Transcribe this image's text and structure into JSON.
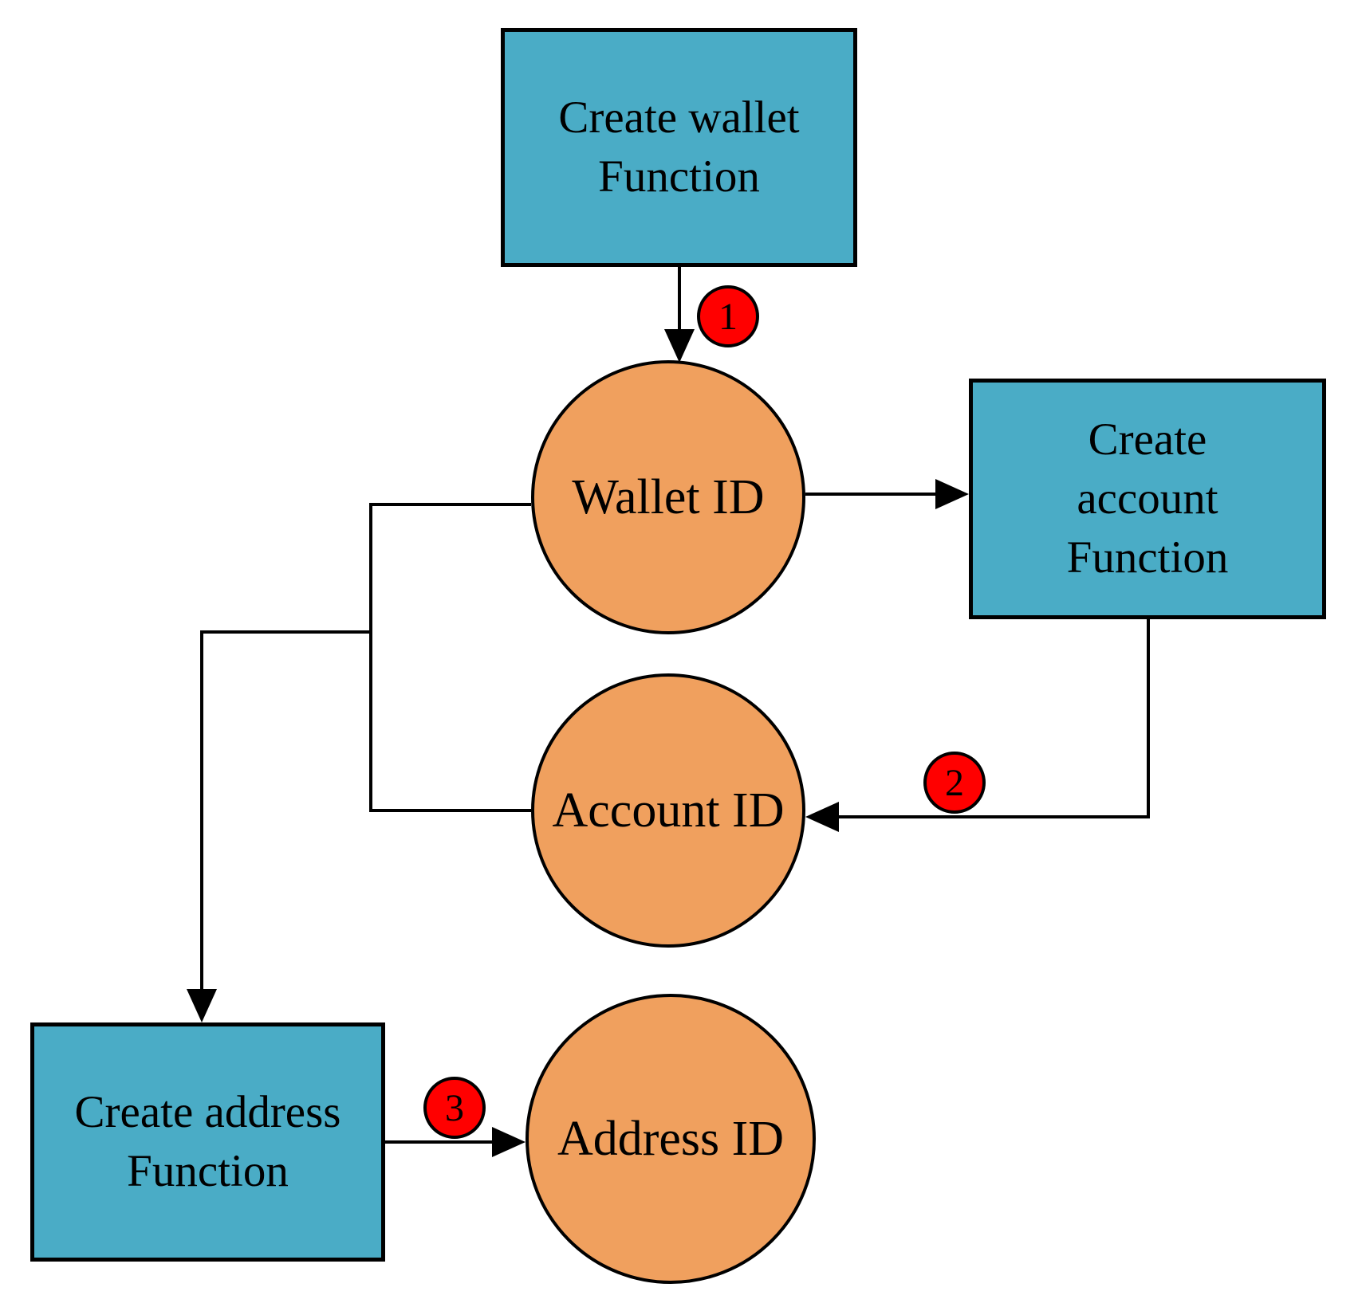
{
  "colors": {
    "box_fill": "#4AACC6",
    "circle_fill": "#F0A05E",
    "badge_fill": "#FF0000",
    "line_color": "#000000",
    "text_color": "#000000",
    "background": "#FFFFFF"
  },
  "nodes": {
    "create_wallet_box": {
      "lines": [
        "Create wallet",
        "Function"
      ]
    },
    "create_account_box": {
      "lines": [
        "Create",
        "account",
        "Function"
      ]
    },
    "create_address_box": {
      "lines": [
        "Create address",
        "Function"
      ]
    },
    "wallet_circle": {
      "label": "Wallet ID"
    },
    "account_circle": {
      "label": "Account ID"
    },
    "address_circle": {
      "label": "Address ID"
    }
  },
  "badges": {
    "step1": "1",
    "step2": "2",
    "step3": "3"
  }
}
